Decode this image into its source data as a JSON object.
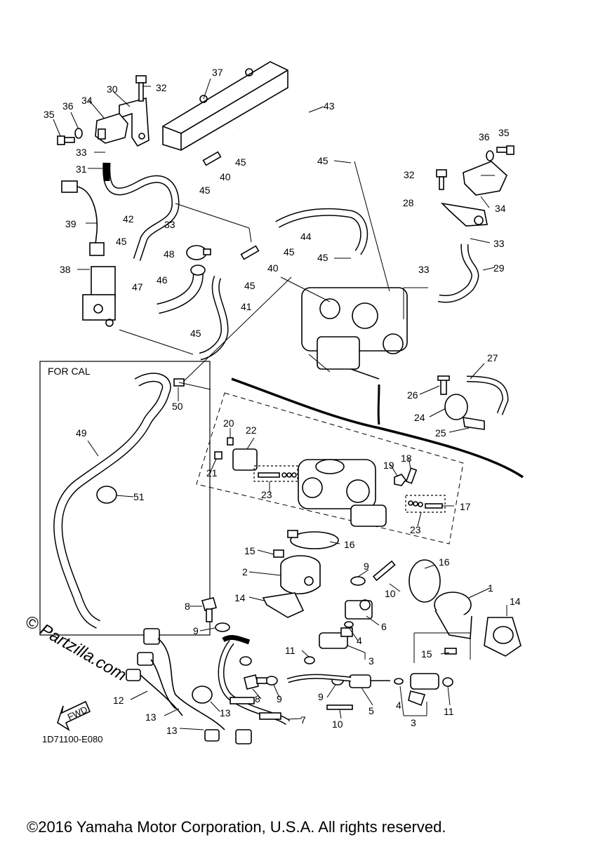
{
  "diagram": {
    "callouts": [
      "1",
      "2",
      "3",
      "4",
      "5",
      "6",
      "7",
      "8",
      "9",
      "10",
      "11",
      "12",
      "13",
      "14",
      "15",
      "16",
      "17",
      "18",
      "19",
      "20",
      "21",
      "22",
      "23",
      "24",
      "25",
      "26",
      "27",
      "28",
      "29",
      "30",
      "31",
      "32",
      "33",
      "34",
      "35",
      "36",
      "37",
      "38",
      "39",
      "40",
      "41",
      "42",
      "43",
      "44",
      "45",
      "46",
      "47",
      "48",
      "49",
      "50",
      "51"
    ],
    "inset_label": "FOR CAL",
    "fwd_label": "FWD",
    "drawing_code": "1D71100-E080",
    "watermark": "© Partzilla.com",
    "copyright": "©2016 Yamaha Motor Corporation, U.S.A. All rights reserved."
  }
}
